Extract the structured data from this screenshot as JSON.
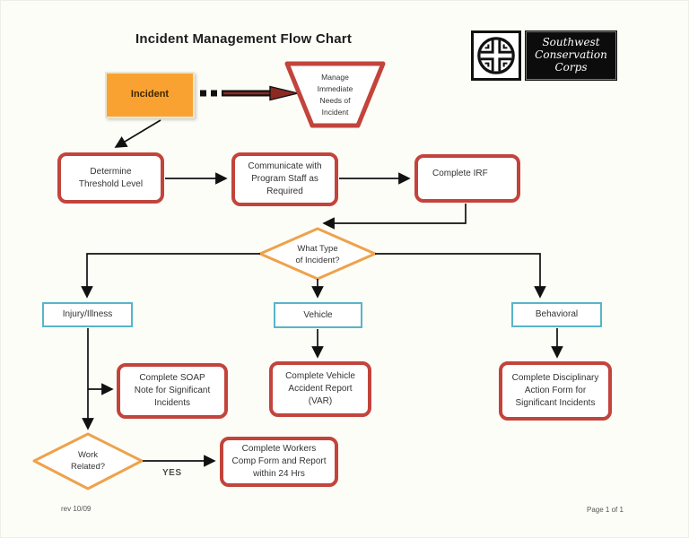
{
  "page": {
    "title": "Incident Management Flow Chart",
    "footer_left": "rev 10/09",
    "footer_right": "Page 1 of 1"
  },
  "logo": {
    "org_name": "Southwest\nConservation\nCorps",
    "icon": "circular-knot-emblem-icon"
  },
  "colors": {
    "process_border_red": "#C2443C",
    "category_border_cyan": "#58B4CA",
    "incident_fill_orange": "#F9A232",
    "decision_border_orange": "#EEA24C",
    "thick_arrow_fill": "#8B2A22",
    "connector_black": "#111111"
  },
  "nodes": {
    "incident": {
      "label": "Incident",
      "shape": "rectangle"
    },
    "manage": {
      "label": "Manage\nImmediate\nNeeds of\nIncident",
      "shape": "inverted-trapezoid"
    },
    "determine": {
      "label": "Determine\nThreshold Level",
      "shape": "rounded-rectangle"
    },
    "communicate": {
      "label": "Communicate with\nProgram Staff as\nRequired",
      "shape": "rounded-rectangle"
    },
    "complete_irf": {
      "label": "Complete IRF",
      "shape": "rounded-rectangle"
    },
    "what_type": {
      "label": "What Type\nof Incident?",
      "shape": "diamond"
    },
    "injury": {
      "label": "Injury/Illness",
      "shape": "rectangle"
    },
    "vehicle": {
      "label": "Vehicle",
      "shape": "rectangle"
    },
    "behavioral": {
      "label": "Behavioral",
      "shape": "rectangle"
    },
    "soap": {
      "label": "Complete SOAP\nNote for Significant\nIncidents",
      "shape": "rounded-rectangle"
    },
    "var": {
      "label": "Complete Vehicle\nAccident Report\n(VAR)",
      "shape": "rounded-rectangle"
    },
    "disciplinary": {
      "label": "Complete Disciplinary\nAction Form for\nSignificant Incidents",
      "shape": "rounded-rectangle"
    },
    "work_related": {
      "label": "Work\nRelated?",
      "shape": "diamond"
    },
    "workers_comp": {
      "label": "Complete Workers\nComp Form and Report\nwithin 24 Hrs",
      "shape": "rounded-rectangle"
    }
  },
  "edges": {
    "yes_label": "YES"
  }
}
